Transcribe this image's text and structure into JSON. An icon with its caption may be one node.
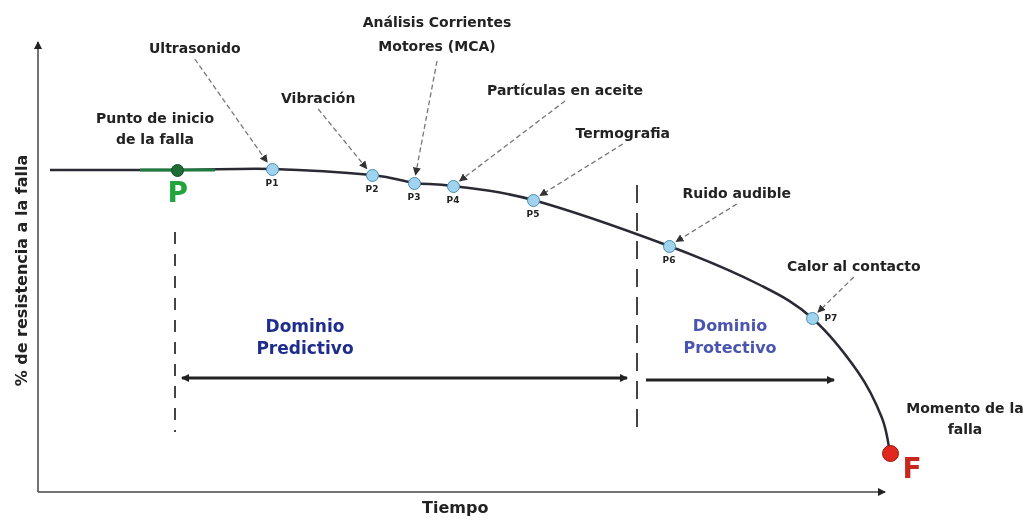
{
  "diagram": {
    "nodes": [
      {
        "text": [
          "Ultrasonido"
        ]
      },
      {
        "text": [
          "Vibración"
        ]
      },
      {
        "text": [
          "Análisis Corrientes Motores (MCA)"
        ]
      },
      {
        "text": [
          "Partículas en aceite"
        ]
      },
      {
        "text": [
          "Termografia"
        ]
      },
      {
        "text": [
          "Ruido audible"
        ]
      },
      {
        "text": [
          "Calor al contacto"
        ]
      },
      {
        "text": [
          "P"
        ],
        "beside": [
          "Punto de inicio de la falla"
        ]
      },
      {
        "text": [
          "P1"
        ]
      },
      {
        "text": [
          "P2"
        ]
      },
      {
        "text": [
          "P3"
        ]
      },
      {
        "text": [
          "P4"
        ]
      },
      {
        "text": [
          "P5"
        ]
      },
      {
        "text": [
          "P6"
        ]
      },
      {
        "text": [
          "P7"
        ]
      },
      {
        "text": [
          "F"
        ],
        "beside": [
          "Momento de la falla"
        ]
      }
    ],
    "edges": [
      {
        "from": 0,
        "to": 8,
        "arrow": "to",
        "style": "dashed"
      },
      {
        "from": 1,
        "to": 9,
        "arrow": "to",
        "style": "dashed"
      },
      {
        "from": 2,
        "to": 10,
        "arrow": "to",
        "style": "dashed"
      },
      {
        "from": 3,
        "to": 11,
        "arrow": "to",
        "style": "dashed"
      },
      {
        "from": 4,
        "to": 12,
        "arrow": "to",
        "style": "dashed"
      },
      {
        "from": 5,
        "to": 13,
        "arrow": "to",
        "style": "dashed"
      },
      {
        "from": 6,
        "to": 14,
        "arrow": "to",
        "style": "dashed"
      }
    ],
    "labels": [
      "Dominio Predictivo",
      "Dominio Protectivo",
      "% de resistencia a la falla",
      "Tiempo"
    ]
  }
}
